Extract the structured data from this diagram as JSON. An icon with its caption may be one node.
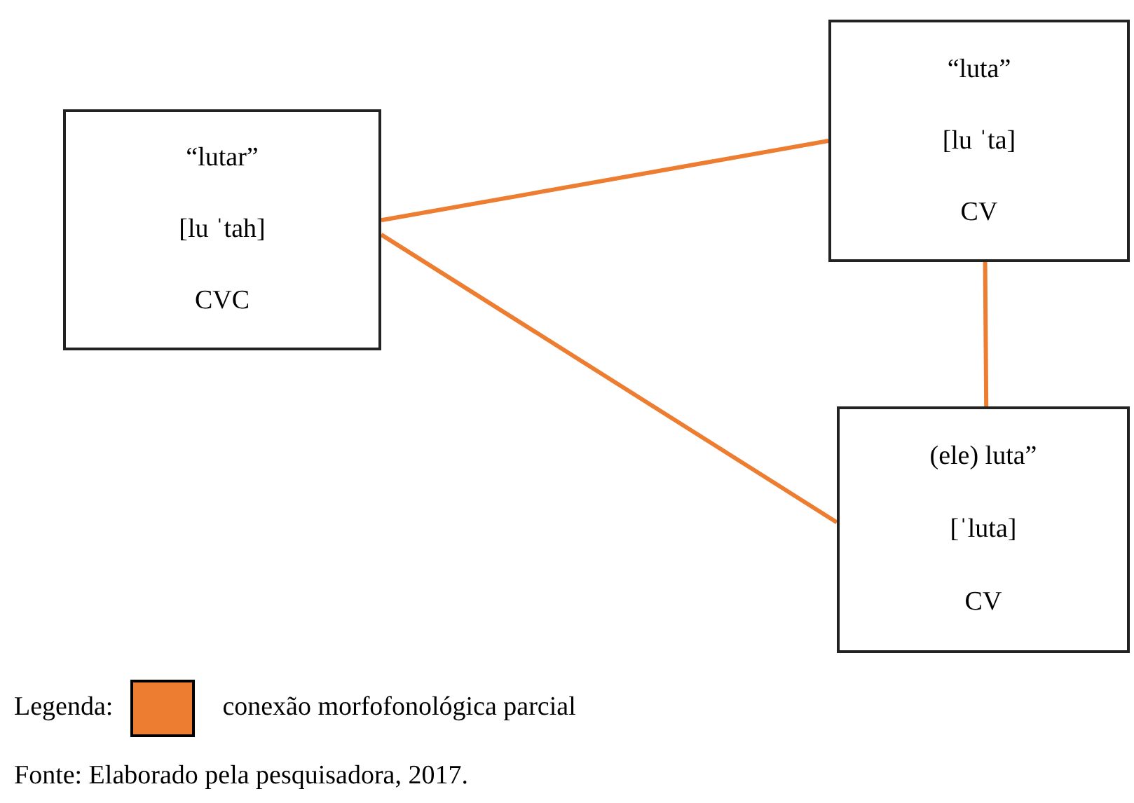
{
  "diagram": {
    "caption": "Fonte: Elaborado pela pesquisadora, 2017.",
    "nodes": [
      {
        "text": [
          "“lutar”",
          "[lu ˈtah]",
          "CVC"
        ]
      },
      {
        "text": [
          "“luta”",
          "[lu ˈta]",
          "CV"
        ]
      },
      {
        "text": [
          "(ele) luta”",
          "[ˈluta]",
          "CV"
        ]
      }
    ],
    "edges": [
      {
        "from": 0,
        "to": 1,
        "arrow": "none"
      },
      {
        "from": 0,
        "to": 2,
        "arrow": "none"
      },
      {
        "from": 1,
        "to": 2,
        "arrow": "none"
      }
    ],
    "labels": [
      "Legenda:"
    ],
    "legend": [
      {
        "text": "conexão morfofonológica parcial",
        "color": "#ed7d31"
      }
    ]
  }
}
